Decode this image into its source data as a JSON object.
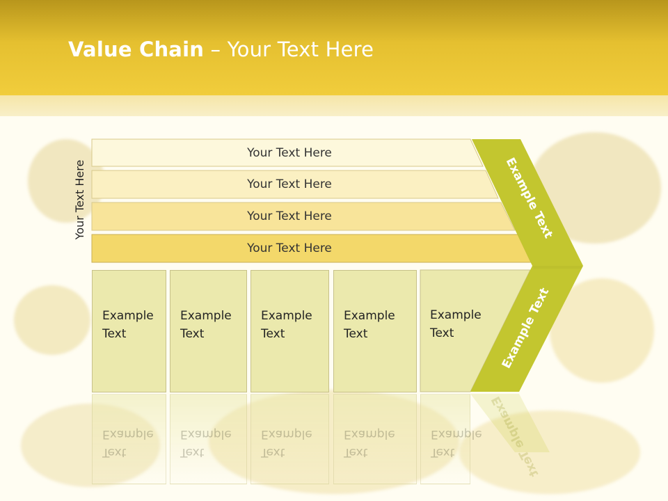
{
  "slide": {
    "title_bold": "Value Chain",
    "title_rest": " – Your Text Here",
    "vertical_label": "Your Text Here",
    "bars": [
      {
        "label": "Your Text Here"
      },
      {
        "label": "Your Text Here"
      },
      {
        "label": "Your Text Here"
      },
      {
        "label": "Your Text Here"
      }
    ],
    "boxes": [
      {
        "line1": "Example",
        "line2": "Text"
      },
      {
        "line1": "Example",
        "line2": "Text"
      },
      {
        "line1": "Example",
        "line2": "Text"
      },
      {
        "line1": "Example",
        "line2": "Text"
      },
      {
        "line1": "Example",
        "line2": "Text"
      }
    ],
    "chevron_top_text": "Example Text",
    "chevron_bottom_text": "Example Text"
  },
  "colors": {
    "header": "#e5c030",
    "chevron": "#c3c62f",
    "box": "#ebe9ad",
    "bar_shades": [
      "#fdf8dc",
      "#fbf0c2",
      "#f8e49a",
      "#f3d86a"
    ]
  }
}
